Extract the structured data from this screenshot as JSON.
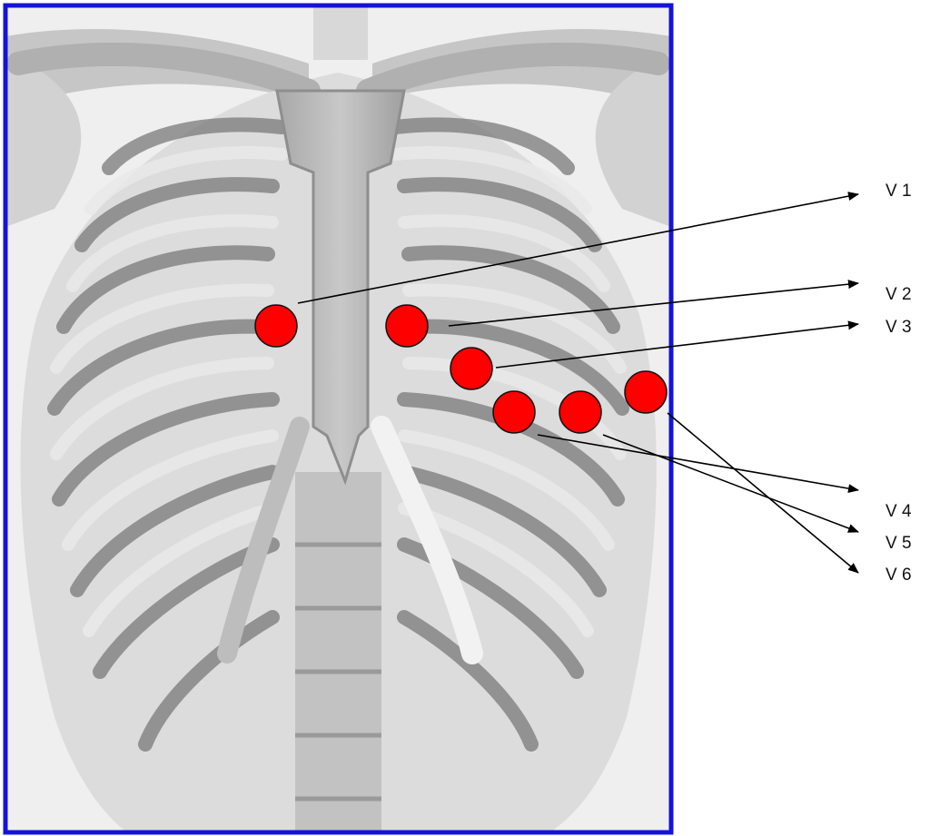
{
  "colors": {
    "frame": "#1414d9",
    "electrode": "#ff0000",
    "electrode_outline": "#111111",
    "bone_light": "#e4e4e4",
    "bone_mid": "#c4c4c4",
    "bone_dark": "#9c9c9c",
    "gap": "#6e6e6e",
    "leader": "#000000"
  },
  "leads": [
    {
      "id": "v1",
      "label": "V 1"
    },
    {
      "id": "v2",
      "label": "V 2"
    },
    {
      "id": "v3",
      "label": "V 3"
    },
    {
      "id": "v4",
      "label": "V 4"
    },
    {
      "id": "v5",
      "label": "V 5"
    },
    {
      "id": "v6",
      "label": "V 6"
    }
  ]
}
